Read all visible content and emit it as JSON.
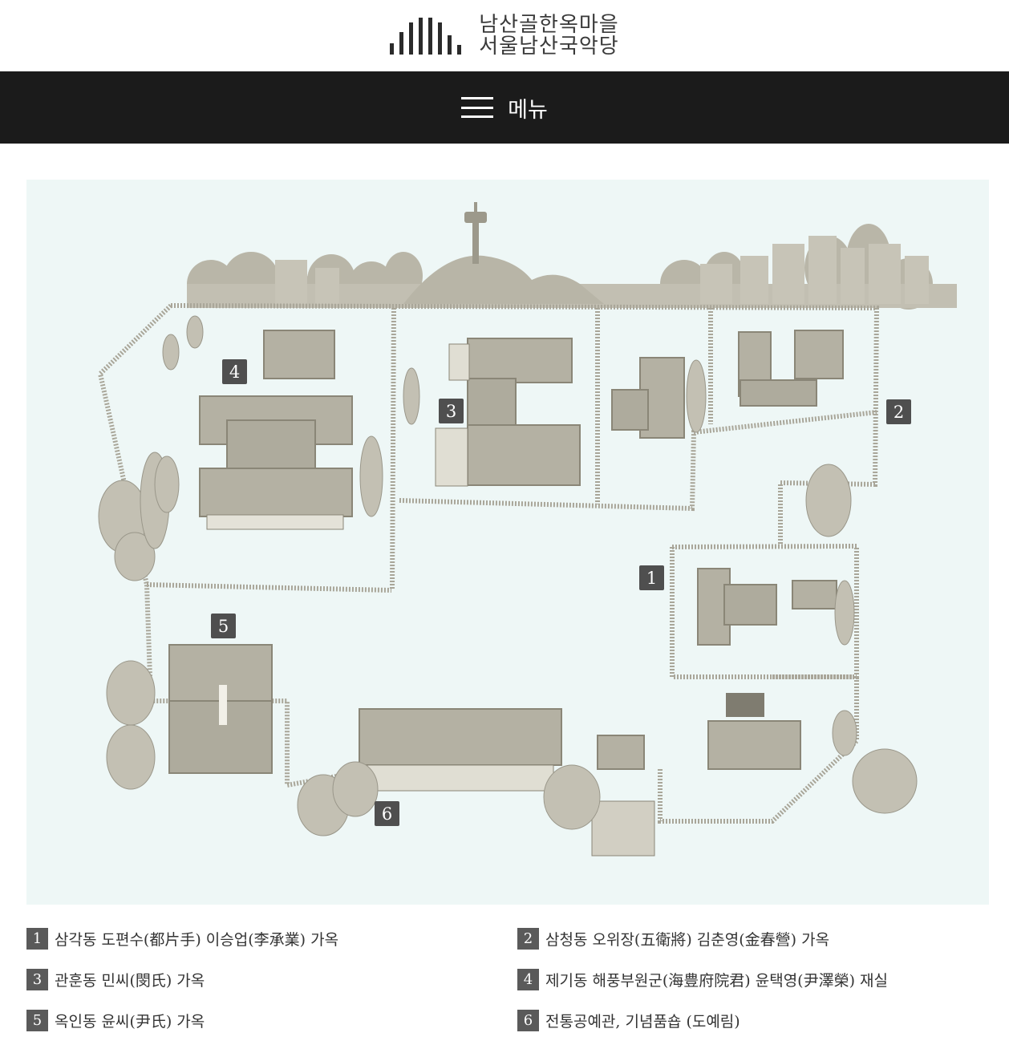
{
  "header": {
    "logo_line1": "남산골한옥마을",
    "logo_line2": "서울남산국악당"
  },
  "menubar": {
    "menu_label": "메뉴"
  },
  "map": {
    "colors": {
      "background": "#eef7f6",
      "ink": "#8a8677",
      "roof": "#b4b1a3",
      "marker": "#4f4f4f"
    },
    "markers": [
      {
        "id": "1",
        "label": "1"
      },
      {
        "id": "2",
        "label": "2"
      },
      {
        "id": "3",
        "label": "3"
      },
      {
        "id": "4",
        "label": "4"
      },
      {
        "id": "5",
        "label": "5"
      },
      {
        "id": "6",
        "label": "6"
      }
    ]
  },
  "legend": [
    {
      "num": "1",
      "text": "삼각동 도편수(都片手) 이승업(李承業) 가옥"
    },
    {
      "num": "2",
      "text": "삼청동 오위장(五衛將) 김춘영(金春營) 가옥"
    },
    {
      "num": "3",
      "text": "관훈동 민씨(閔氏) 가옥"
    },
    {
      "num": "4",
      "text": "제기동 해풍부원군(海豊府院君) 윤택영(尹澤榮) 재실"
    },
    {
      "num": "5",
      "text": "옥인동 윤씨(尹氏) 가옥"
    },
    {
      "num": "6",
      "text": "전통공예관, 기념품숍 (도예림)"
    }
  ]
}
